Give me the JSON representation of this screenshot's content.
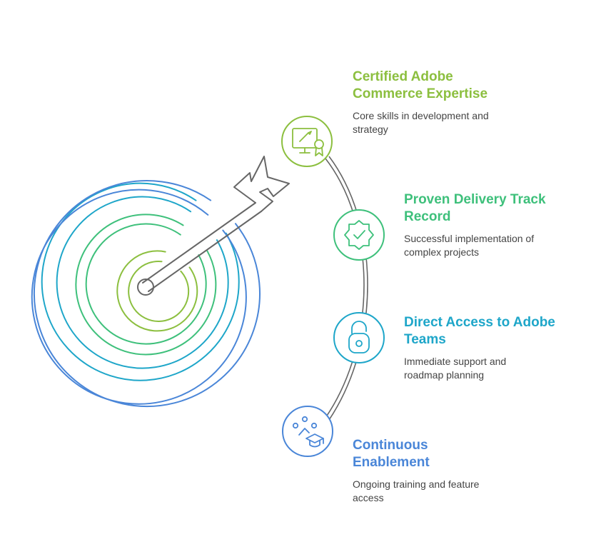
{
  "colors": {
    "lime": "#8CBF3F",
    "green": "#3EC07B",
    "teal": "#1EA6C9",
    "blue": "#4A86D8",
    "connector": "#666666",
    "text": "#444444"
  },
  "items": [
    {
      "title": "Certified Adobe Commerce Expertise",
      "description": "Core skills in development and strategy",
      "icon": "certificate-display-icon",
      "color": "#8CBF3F"
    },
    {
      "title": "Proven Delivery Track Record",
      "description": "Successful implementation of complex projects",
      "icon": "verified-badge-icon",
      "color": "#3EC07B"
    },
    {
      "title": "Direct Access to Adobe Teams",
      "description": "Immediate support and roadmap planning",
      "icon": "unlocked-padlock-icon",
      "color": "#1EA6C9"
    },
    {
      "title": "Continuous Enablement",
      "description": "Ongoing training and feature access",
      "icon": "graduation-cap-icon",
      "color": "#4A86D8"
    }
  ]
}
